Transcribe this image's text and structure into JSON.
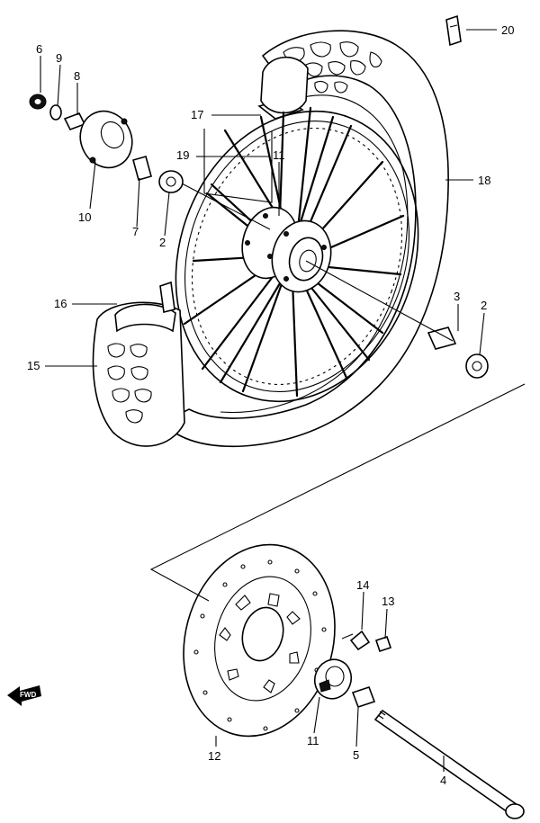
{
  "diagram": {
    "parts": [
      {
        "id": "p2a",
        "number": "2"
      },
      {
        "id": "p2b",
        "number": "2"
      },
      {
        "id": "p3",
        "number": "3"
      },
      {
        "id": "p4",
        "number": "4"
      },
      {
        "id": "p5",
        "number": "5"
      },
      {
        "id": "p6",
        "number": "6"
      },
      {
        "id": "p7",
        "number": "7"
      },
      {
        "id": "p8",
        "number": "8"
      },
      {
        "id": "p9",
        "number": "9"
      },
      {
        "id": "p10",
        "number": "10"
      },
      {
        "id": "p11a",
        "number": "11"
      },
      {
        "id": "p11b",
        "number": "11"
      },
      {
        "id": "p12",
        "number": "12"
      },
      {
        "id": "p13",
        "number": "13"
      },
      {
        "id": "p14",
        "number": "14"
      },
      {
        "id": "p15",
        "number": "15"
      },
      {
        "id": "p16",
        "number": "16"
      },
      {
        "id": "p17",
        "number": "17"
      },
      {
        "id": "p18",
        "number": "18"
      },
      {
        "id": "p19",
        "number": "19"
      },
      {
        "id": "p20",
        "number": "20"
      }
    ],
    "fwd_label": "FWD",
    "colors": {
      "ink": "#000000",
      "paper": "#ffffff"
    }
  }
}
